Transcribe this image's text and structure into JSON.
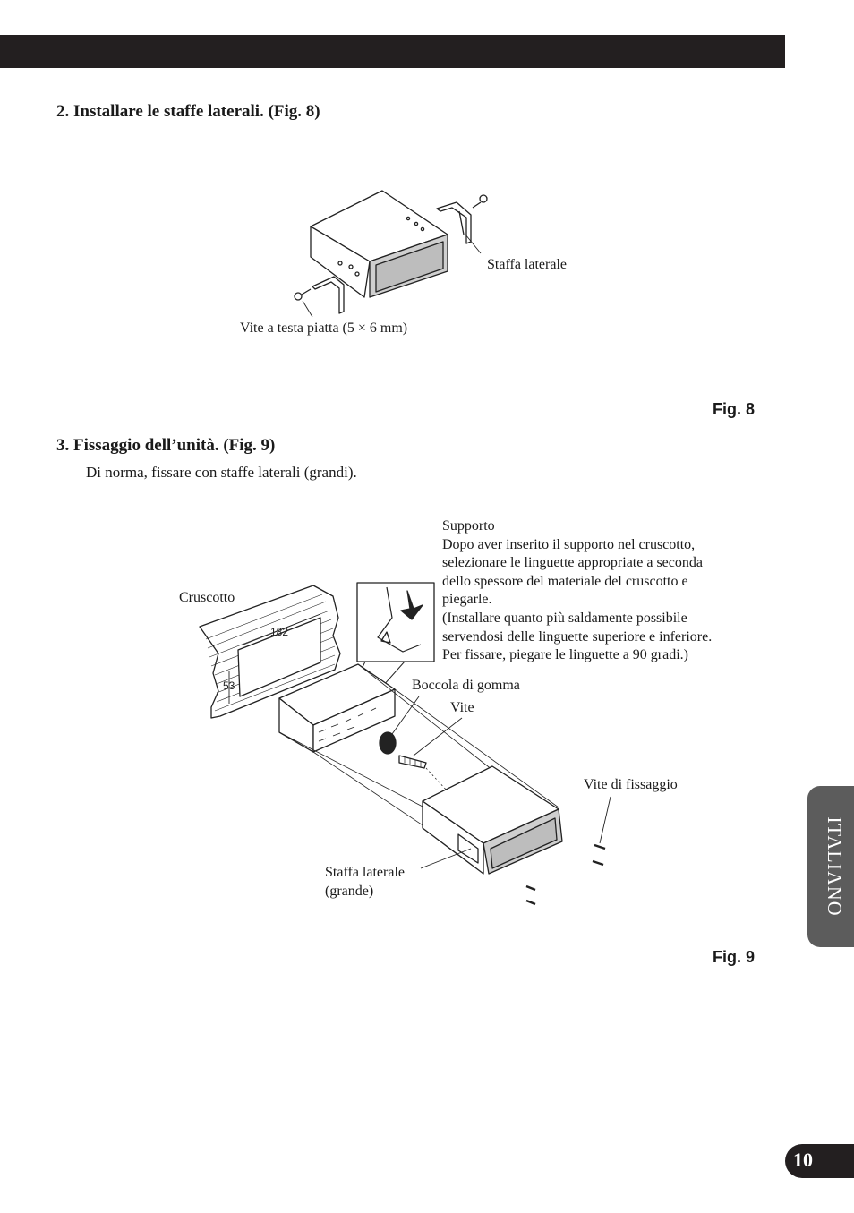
{
  "step2": {
    "heading": "2.  Installare le staffe laterali. (Fig. 8)"
  },
  "fig8": {
    "label_bracket": "Staffa laterale",
    "label_screw": "Vite a testa piatta (5 × 6 mm)",
    "caption": "Fig. 8"
  },
  "step3": {
    "heading": "3.  Fissaggio dell’unità. (Fig. 9)",
    "body": "Di norma, fissare con staffe laterali (grandi)."
  },
  "fig9": {
    "label_support_lines": [
      "Supporto",
      "Dopo aver inserito il supporto nel cruscotto,",
      "selezionare le linguette appropriate a seconda",
      "dello spessore del materiale del cruscotto e",
      "piegarle.",
      "(Installare quanto più saldamente possibile",
      "servendosi delle linguette superiore e inferiore.",
      "Per fissare, piegare le linguette a 90 gradi.)"
    ],
    "label_dashboard": "Cruscotto",
    "label_rubber_bush": "Boccola di gomma",
    "label_screw": "Vite",
    "label_fixing_screw": "Vite di fissaggio",
    "label_bracket_large": [
      "Staffa laterale",
      "(grande)"
    ],
    "dim_width": "182",
    "dim_height": "53",
    "caption": "Fig. 9"
  },
  "side_tab": {
    "label": "ITALIANO"
  },
  "page_number": "10",
  "colors": {
    "bar": "#231f20",
    "tab": "#5c5c5c",
    "panel": "#c8c8c8"
  }
}
